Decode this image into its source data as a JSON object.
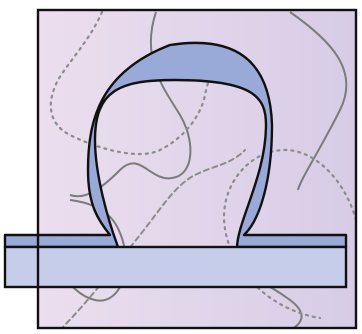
{
  "diagram": {
    "colors": {
      "background": "#ffffff",
      "panel_gradient_start": "#ebdfee",
      "panel_gradient_end": "#d7cce6",
      "outline": "#111111",
      "omega_fill": "#9aaad8",
      "bar_fill": "#c6cdea",
      "strand_solid": "#7b7b7b",
      "strand_dotted": "#8c8c8c"
    },
    "elements": {
      "panel": "square-panel",
      "omega": "omega-shaped-band",
      "base": "horizontal-base-bar",
      "strands": [
        "solid-strand",
        "dotted-strand",
        "dashed-strand"
      ]
    }
  }
}
